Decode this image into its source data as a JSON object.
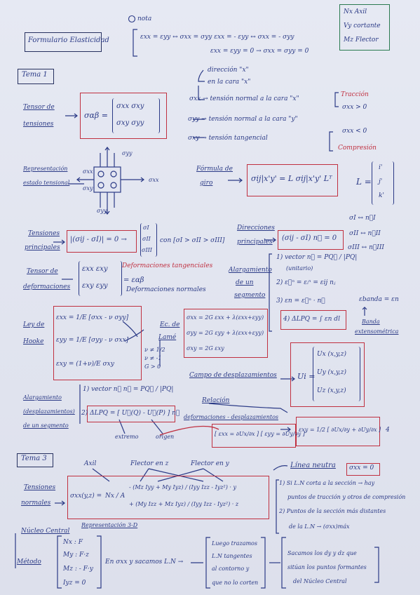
{
  "header": {
    "title": "Formulario Elasticidad",
    "nota_label": "nota",
    "nota_line1": "εxx = εyy ↔ σxx = σyy     εxx = - εyy ↔ σxx = - σyy",
    "nota_line2": "εxx = εyy = 0 → σxx = σyy = 0",
    "legend": [
      "Nx Axil",
      "Vy cortante",
      "Mz Flector"
    ]
  },
  "tema1": {
    "label": "Tema 1",
    "tensor_label": [
      "Tensor de",
      "tensiones"
    ],
    "tensor_matrix": [
      "σxx  σxy",
      "σxy  σyy"
    ],
    "tensor_symbol": "σαβ =",
    "notes": [
      "dirección \"x\"",
      "en la cara \"x\"",
      "σxx → tensión normal a la cara \"x\"",
      "σyy → tensión normal a la cara \"y\"",
      "σxy → tensión tangencial"
    ],
    "traccion": "Tracción",
    "traccion_cond": "σxx > 0",
    "compresion_cond": "σxx < 0",
    "compresion": "Compresión",
    "repr_label": [
      "Representación",
      "estado tensional"
    ],
    "element_labels": [
      "σyy",
      "σxx",
      "σxy",
      "σyy",
      "σxx"
    ],
    "giro_label": [
      "Fórmula de",
      "giro"
    ],
    "giro_formula": "σij|x'y' = L σij|x'y' Lᵀ",
    "L_label": "L =",
    "L_rows": [
      "i'",
      "j'",
      "k'"
    ],
    "principales_label": [
      "Tensiones",
      "principales"
    ],
    "principales_formula": "|(σij - σI)| = 0 →",
    "principales_vals": [
      "σI",
      "σII",
      "σIII"
    ],
    "principales_cond": "con [σI > σII > σIII]",
    "direcciones_label": [
      "Direcciones",
      "principales"
    ],
    "direcciones_formula": "(σij - σI) n⃗ = 0",
    "direcciones_list": [
      "σI  ↔  n⃗I",
      "σII  ↔  n⃗II",
      "σIII  ↔  n⃗III"
    ],
    "deform_label": [
      "Tensor de",
      "deformaciones"
    ],
    "deform_matrix": [
      "εxx  εxy",
      "εxy  εyy"
    ],
    "deform_eq": "= εαβ",
    "deform_tang": "Deformaciones tangenciales",
    "deform_norm": "Deformaciones normales",
    "alarg_label": [
      "Alargamiento",
      "de un",
      "segmento"
    ],
    "alarg_steps": [
      "1) vector n⃗ = PQ⃗ / |PQ|",
      "(unitario)",
      "2) ε⃗ⁿ = εᵢⁿ = εij nⱼ",
      "3) εn = ε⃗ⁿ · n⃗",
      "4) ΔLPQ = ∫ εn dl"
    ],
    "banda_eq": "εbanda = εn",
    "banda_label": [
      "Banda",
      "extensométrica"
    ],
    "hooke_label": [
      "Ley de",
      "Hooke"
    ],
    "hooke_eqs": [
      "εxx = 1/E [σxx - ν σyy]",
      "εyy = 1/E [σyy - ν σxx]",
      "εxy = (1+ν)/E σxy"
    ],
    "lame_label": [
      "Ec. de",
      "Lamé"
    ],
    "lame_eqs": [
      "σxx = 2G εxx + λ(εxx+εyy)",
      "σyy = 2G εyy + λ(εxx+εyy)",
      "σxy = 2G εxy"
    ],
    "poisson_cond": [
      "ν ≠ 1/2",
      "ν ≠ -1",
      "G > 0"
    ],
    "campo_label": "Campo de desplazamientos",
    "U_label": "Ui =",
    "U_rows": [
      "Ux (x,y,z)",
      "Uy (x,y,z)",
      "Uz (x,y,z)"
    ],
    "alarg2_label": [
      "Alargamiento",
      "(desplazamientos)",
      "de un segmento"
    ],
    "alarg2_step1": "1) vector n⃗   n⃗ = PQ⃗ / |PQ|",
    "alarg2_step2": "2) ΔLPQ = [ U⃗(Q) - U⃗(P) ] n⃗",
    "extremo": "extremo",
    "origen": "origen",
    "relacion_label": "Relación",
    "relacion_sub": "deformaciones - desplazamientos",
    "relacion_eq": "[ εxx = ∂Ux/∂x ] [ εyy = ∂Uy/∂y ]",
    "exy_eq": "εxy = 1/2 [ ∂Ux/∂y + ∂Uy/∂x ]",
    "circle_num": "4"
  },
  "tema3": {
    "label": "Tema 3",
    "axil": "Axil",
    "flector_z": "Flector en z",
    "flector_y": "Flector en y",
    "normales_label": [
      "Tensiones",
      "normales"
    ],
    "navier_lhs": "σxx(y,z) =",
    "navier_term1": "Nx / A",
    "navier_term2": "- (Mz Iyy + My Iyz) / (Iyy Izz - Iyz²) · y",
    "navier_term3": "+ (My Izz + Mz Iyz) / (Iyy Izz - Iyz²) · z",
    "neutra_label": "Línea neutra",
    "neutra_cond": "σxx = 0",
    "neutra_notes": [
      "1) Si L.N corta a la sección → hay",
      "puntos de tracción y otros de compresión",
      "2) Puntos de la sección más distantes",
      "de la L.N → (σxx)máx"
    ],
    "representacion": "Representación 3-D",
    "nucleo_label": "Núcleo Central",
    "metodo_label": "Método",
    "metodo_vals": [
      "Nx : F",
      "My : F·z",
      "Mz : - F·y",
      "Iyz = 0"
    ],
    "metodo_text": "En σxx y sacamos L.N →",
    "metodo_steps": [
      "Luego trazamos",
      "L.N tangentes",
      "al contorno y",
      "que no lo corten"
    ],
    "final_steps": [
      "Sacamos los dy y dz que",
      "sitúan los puntos formantes",
      "del Núcleo Central"
    ]
  },
  "colors": {
    "ink": "#2b3a86",
    "red_box": "#c03040",
    "green_box": "#2a7a50",
    "paper": "#e3e6f0"
  }
}
